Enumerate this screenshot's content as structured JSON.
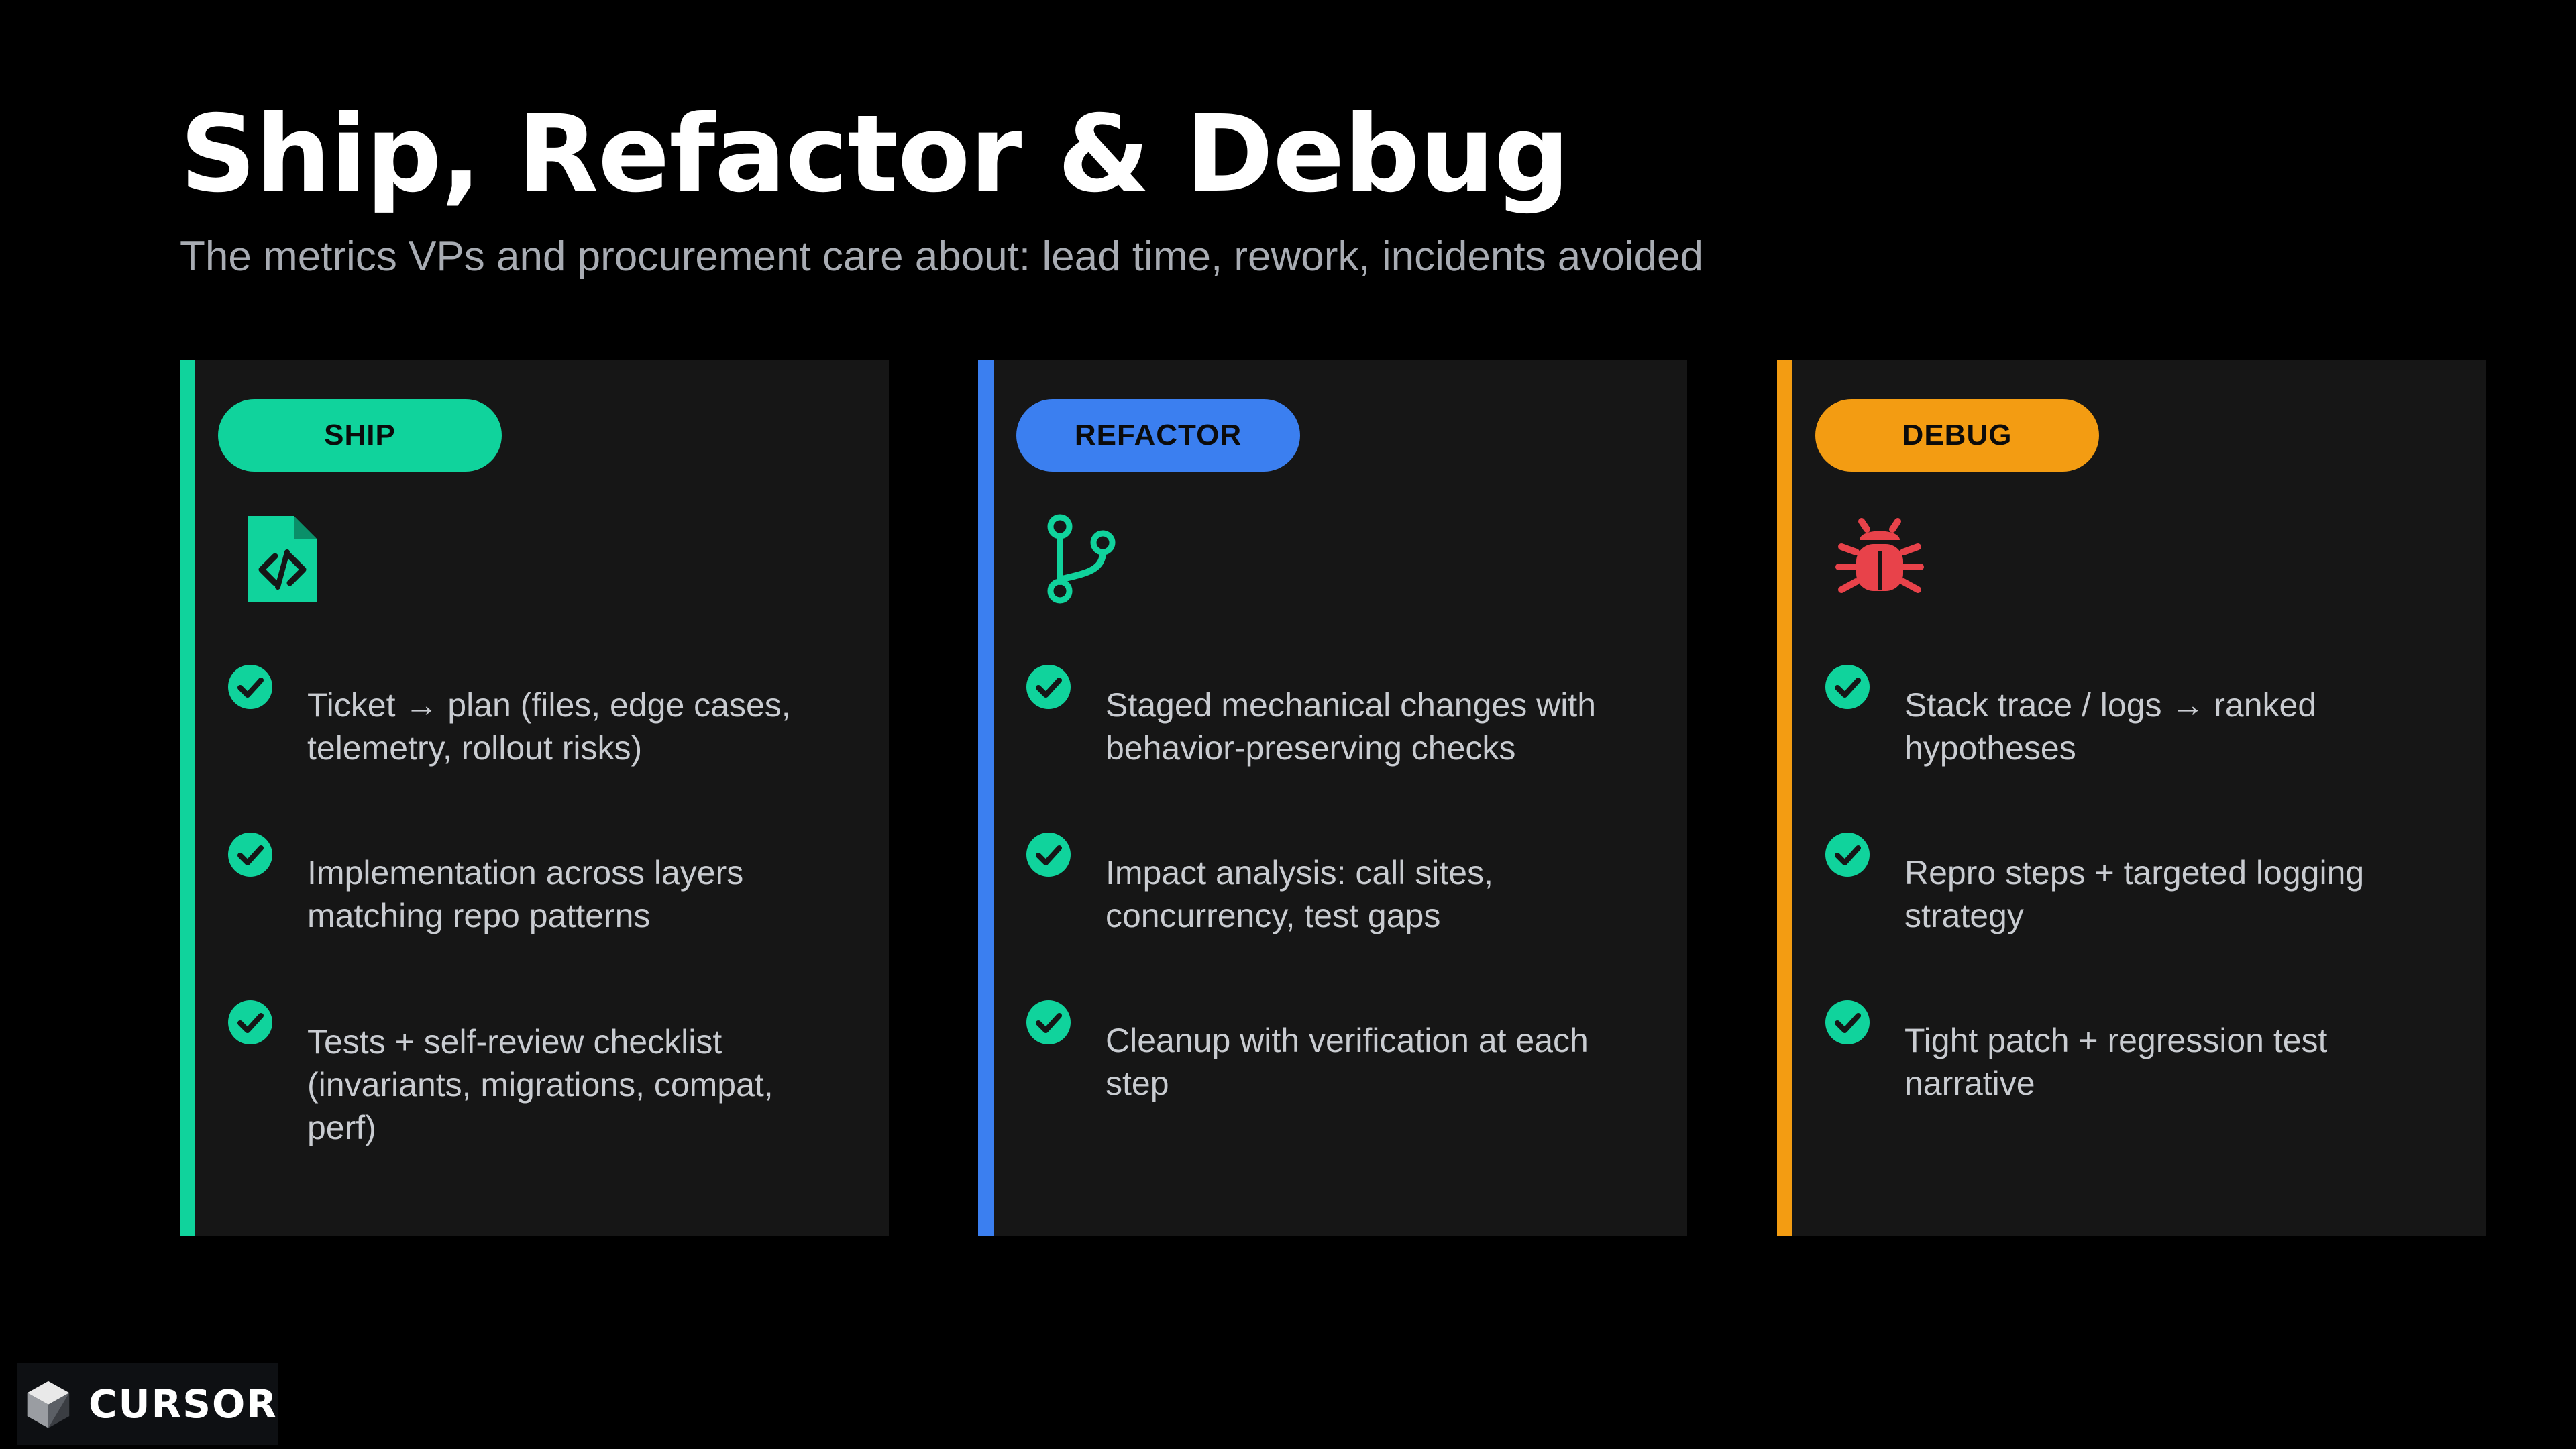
{
  "slide": {
    "title": "Ship, Refactor & Debug",
    "subtitle": "The metrics VPs and procurement care about: lead time, rework, incidents avoided"
  },
  "cards": [
    {
      "label": "SHIP",
      "accent_color": "#10d39c",
      "icon": "file-code-icon",
      "icon_color": "#10d39c",
      "items": [
        "Ticket → plan (files, edge cases, telemetry, rollout risks)",
        "Implementation across layers matching repo patterns",
        "Tests + self-review checklist (invariants, migrations, compat, perf)"
      ]
    },
    {
      "label": "REFACTOR",
      "accent_color": "#3b7ff0",
      "icon": "git-branch-icon",
      "icon_color": "#10d39c",
      "items": [
        "Staged mechanical changes with behavior-preserving checks",
        "Impact analysis: call sites, concurrency, test gaps",
        "Cleanup with verification at each step"
      ]
    },
    {
      "label": "DEBUG",
      "accent_color": "#f39c12",
      "icon": "bug-icon",
      "icon_color": "#e8424a",
      "items": [
        "Stack trace / logs → ranked hypotheses",
        "Repro steps + targeted logging strategy",
        "Tight patch + regression test narrative"
      ]
    }
  ],
  "check_icon_color": "#10d39c",
  "logo": {
    "text": "CURSOR",
    "icon": "cursor-cube-icon"
  }
}
